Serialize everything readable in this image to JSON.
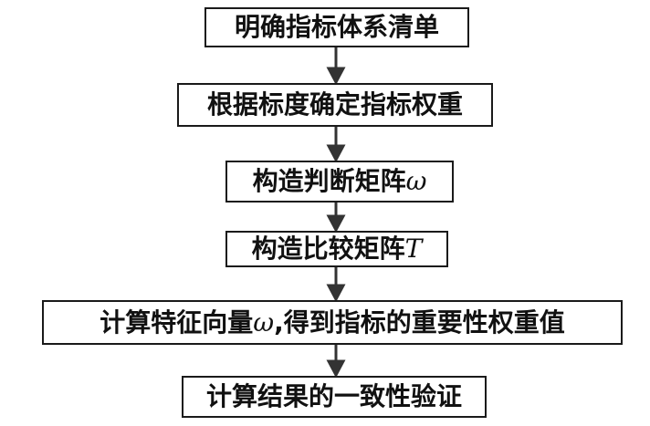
{
  "steps": [
    {
      "text": "明确指标体系清单"
    },
    {
      "text": "根据标度确定指标权重"
    },
    {
      "text": "构造判断矩阵",
      "math": "ω"
    },
    {
      "text": "构造比较矩阵",
      "math": "T"
    },
    {
      "text": "计算特征向量",
      "math": "ω",
      "suffix": ",得到指标的重要性权重值"
    },
    {
      "text": "计算结果的一致性验证"
    }
  ]
}
